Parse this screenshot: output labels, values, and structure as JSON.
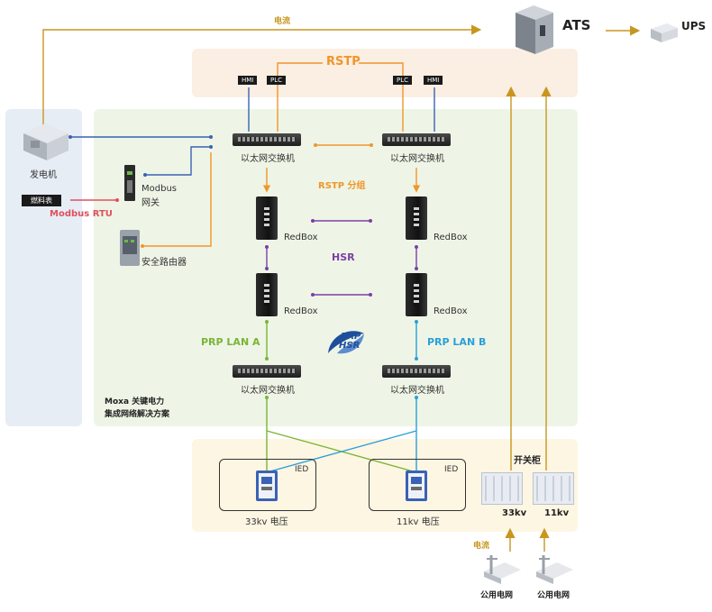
{
  "labels": {
    "power_flow_top": "电流",
    "ats": "ATS",
    "ups": "UPS",
    "rstp": "RSTP",
    "hmi": "HMI",
    "plc": "PLC",
    "generator": "发电机",
    "fuel_meter": "燃料表",
    "modbus_rtu": "Modbus RTU",
    "modbus_gateway_line1": "Modbus",
    "modbus_gateway_line2": "网关",
    "secure_router": "安全路由器",
    "ethernet_switch": "以太网交换机",
    "rstp_group": "RSTP 分组",
    "redbox": "RedBox",
    "hsr": "HSR",
    "prp_lan_a": "PRP LAN A",
    "prp_lan_b": "PRP LAN B",
    "prp_logo_top": "PRP",
    "prp_logo_bottom": "HSR",
    "solution_line1": "Moxa 关键电力",
    "solution_line2": "集成网络解决方案",
    "ied": "IED",
    "voltage_33kv_ied": "33kv 电压",
    "voltage_11kv_ied": "11kv 电压",
    "switchgear": "开关柜",
    "kv33": "33kv",
    "kv11": "11kv",
    "power_flow_bottom": "电流",
    "public_grid": "公用电网"
  },
  "colors": {
    "orange_link": "#f0962a",
    "blue_link": "#3a62b4",
    "purple_link": "#7b3fa6",
    "green_link": "#7ab536",
    "cyan_link": "#2a9fd8",
    "power_gold": "#c8961e",
    "modbus_red": "#e0505f",
    "rstp_zone": "#fbeee2",
    "network_zone": "#eef5e6",
    "generator_zone": "#e7edf5",
    "substation_zone": "#fdf6e3"
  },
  "icons": [
    "ats-cabinet-icon",
    "ups-icon",
    "generator-icon",
    "modbus-gateway-icon",
    "secure-router-icon",
    "prp-hsr-logo-icon",
    "ied-icon",
    "switchgear-icon",
    "utility-grid-icon"
  ]
}
